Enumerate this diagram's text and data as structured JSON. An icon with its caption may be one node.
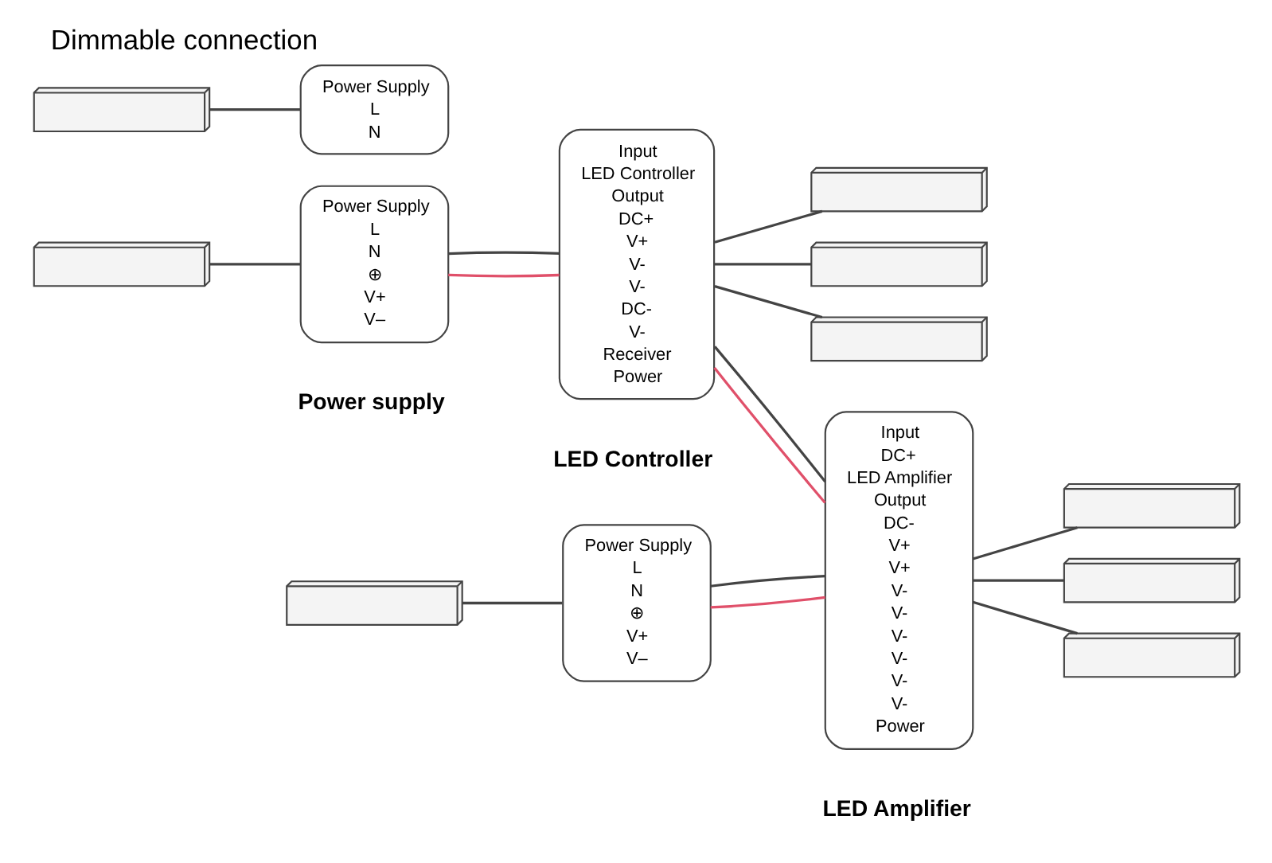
{
  "diagram": {
    "title": "Dimmable connection",
    "nodes": [
      {
        "text": [],
        "shape": "picture"
      },
      {
        "text": [
          "Power Supply",
          "L",
          "N",
          "⊕",
          "V+",
          "V–"
        ],
        "beside": [
          "Power supply"
        ]
      },
      {
        "text": [
          "Input",
          "LED Controller",
          "Output",
          "DC+",
          "V+",
          "V-",
          "V-",
          "DC-",
          "V-",
          "Receiver",
          "Power"
        ],
        "beside": [
          "LED Controller"
        ]
      },
      {
        "text": [],
        "shape": "picture"
      },
      {
        "text": [],
        "shape": "picture"
      },
      {
        "text": [],
        "shape": "picture"
      },
      {
        "text": [
          "Power Supply",
          "L",
          "N",
          "⊕",
          "V+",
          "V–"
        ]
      },
      {
        "text": [],
        "shape": "picture"
      },
      {
        "text": [
          "Input",
          "DC+",
          "LED Amplifier",
          "Output",
          "DC-",
          "V+",
          "V+",
          "V-",
          "V-",
          "V-",
          "V-",
          "V-",
          "V-",
          "Power"
        ],
        "beside": [
          "LED Amplifier"
        ]
      },
      {
        "text": [],
        "shape": "picture"
      },
      {
        "text": [],
        "shape": "picture"
      },
      {
        "text": [],
        "shape": "picture"
      },
      {
        "text": [
          "Power Supply",
          "L",
          "N"
        ]
      },
      {
        "text": [],
        "shape": "picture"
      }
    ],
    "edges": [
      {
        "from": 0,
        "to": 1,
        "arrow": "none"
      },
      {
        "from": 1,
        "to": 2,
        "arrow": "none",
        "color": "#e0506a"
      },
      {
        "from": 1,
        "to": 2,
        "arrow": "none"
      },
      {
        "from": 2,
        "to": 3,
        "arrow": "none"
      },
      {
        "from": 2,
        "to": 4,
        "arrow": "none"
      },
      {
        "from": 2,
        "to": 5,
        "arrow": "none"
      },
      {
        "from": 2,
        "to": 8,
        "arrow": "none",
        "color": "#e0506a"
      },
      {
        "from": 2,
        "to": 8,
        "arrow": "none"
      },
      {
        "from": 7,
        "to": 6,
        "arrow": "none"
      },
      {
        "from": 6,
        "to": 8,
        "arrow": "none",
        "color": "#e0506a"
      },
      {
        "from": 6,
        "to": 8,
        "arrow": "none"
      },
      {
        "from": 8,
        "to": 9,
        "arrow": "none"
      },
      {
        "from": 8,
        "to": 10,
        "arrow": "none"
      },
      {
        "from": 8,
        "to": 11,
        "arrow": "none"
      },
      {
        "from": 13,
        "to": 12,
        "arrow": "none"
      }
    ]
  }
}
